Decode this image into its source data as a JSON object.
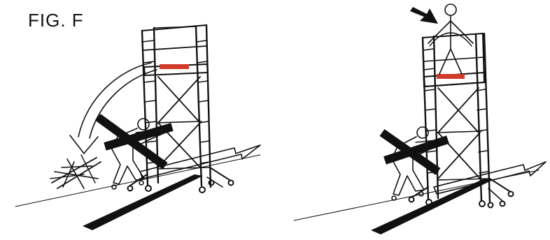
{
  "figure": {
    "label": "FIG. F"
  },
  "panels": [
    {
      "name": "left-panel",
      "icons": [
        "scaffold-tower",
        "person-pushing",
        "red-warning-sticker",
        "curved-arrow",
        "collapsed-scaffold",
        "cross-mark",
        "direction-arrow"
      ]
    },
    {
      "name": "right-panel",
      "icons": [
        "scaffold-tower",
        "person-on-top",
        "person-pushing",
        "red-warning-sticker",
        "pointer-arrow",
        "cross-mark",
        "direction-arrow"
      ]
    }
  ],
  "colors": {
    "ink": "#111111",
    "warning_red": "#d23a2a",
    "background": "#ffffff"
  }
}
